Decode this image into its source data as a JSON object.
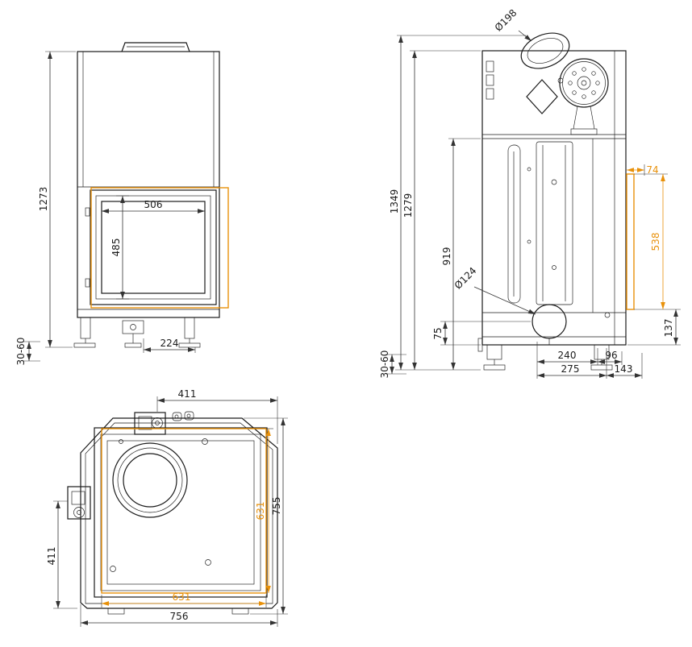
{
  "page": {
    "background": "#ffffff"
  },
  "colors": {
    "line": "#1a1a1a",
    "dimension": "#333333",
    "accent_orange": "#e8910b"
  },
  "views": {
    "front": {
      "dims": {
        "overall_height": "1273",
        "glass_width": "506",
        "glass_height": "485",
        "foot_spacing": "224",
        "foot_adjust_range": "30-60"
      }
    },
    "side": {
      "dims": {
        "flue_diameter": "Ø198",
        "overall_height": "1349",
        "body_height": "1279",
        "mid_height": "919",
        "duct_diameter": "Ø124",
        "duct_height": "75",
        "top_offset": "74",
        "rear_panel_height": "538",
        "base_height": "137",
        "duct_to_rear": "240",
        "rear_offset": "96",
        "duct_to_back": "275",
        "back_overhang": "143",
        "foot_adjust_range": "30-60"
      }
    },
    "top": {
      "dims": {
        "latch_to_right": "411",
        "latch_to_bottom": "411",
        "depth_overall": "755",
        "accent_depth": "631",
        "accent_width": "631",
        "width_overall": "756"
      }
    }
  }
}
